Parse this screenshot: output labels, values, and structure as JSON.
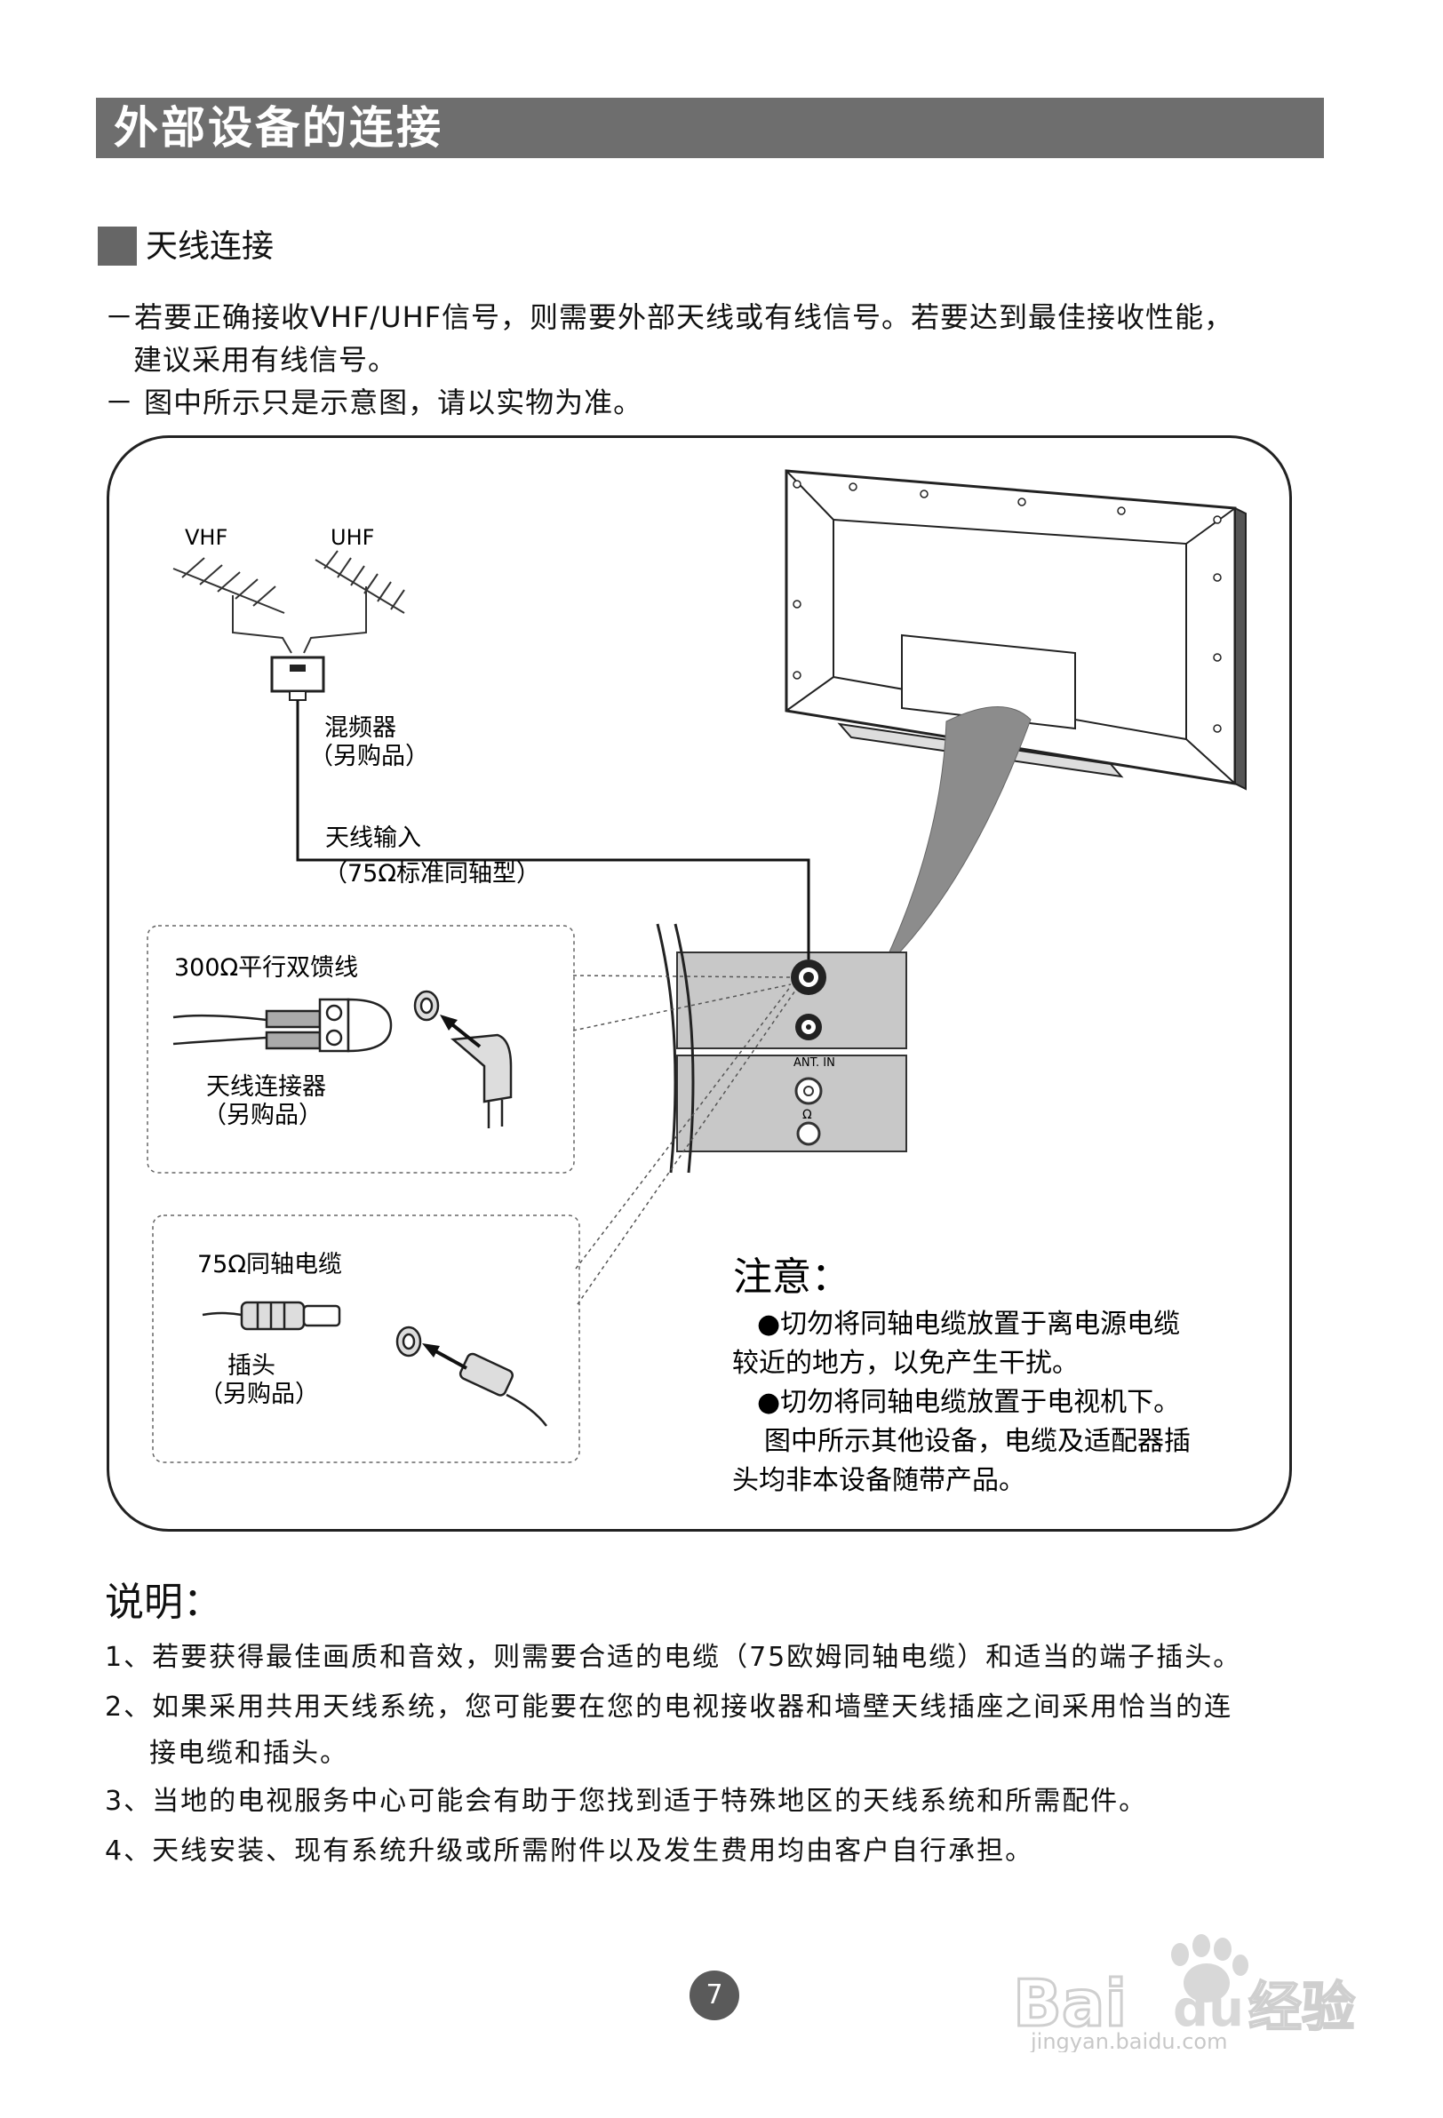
{
  "header": {
    "title": "外部设备的连接"
  },
  "section": {
    "title": "天线连接"
  },
  "intro": [
    "－若要正确接收VHF/UHF信号，则需要外部天线或有线信号。若要达到最佳接收性能，",
    "建议采用有线信号。",
    "－ 图中所示只是示意图，请以实物为准。"
  ],
  "diagram": {
    "vhf": "VHF",
    "uhf": "UHF",
    "mixer": "混频器",
    "mixer_note": "（另购品）",
    "ant_input": "天线输入",
    "ant_input_spec": "（75Ω标准同轴型）",
    "feeder": "300Ω平行双馈线",
    "connector": "天线连接器",
    "connector_note": "（另购品）",
    "coax": "75Ω同轴电缆",
    "plug": "插头",
    "plug_note": "（另购品）",
    "ant_in_label": "ANT. IN",
    "omega": "Ω"
  },
  "notes": {
    "heading": "注意：",
    "lines": [
      "●切勿将同轴电缆放置于离电源电缆",
      "较近的地方，以免产生干扰。",
      "●切勿将同轴电缆放置于电视机下。",
      "图中所示其他设备，电缆及适配器插",
      "头均非本设备随带产品。"
    ]
  },
  "explanation": {
    "heading": "说明：",
    "items": [
      "1、若要获得最佳画质和音效，则需要合适的电缆（75欧姆同轴电缆）和适当的端子插头。",
      "2、如果采用共用天线系统，您可能要在您的电视接收器和墙壁天线插座之间采用恰当的连",
      "接电缆和插头。",
      "3、当地的电视服务中心可能会有助于您找到适于特殊地区的天线系统和所需配件。",
      "4、天线安装、现有系统升级或所需附件以及发生费用均由客户自行承担。"
    ]
  },
  "page": {
    "number": "7"
  },
  "watermark": {
    "brand": "Bai",
    "brand2": "du",
    "product": "经验",
    "url": "jingyan.baidu.com"
  }
}
